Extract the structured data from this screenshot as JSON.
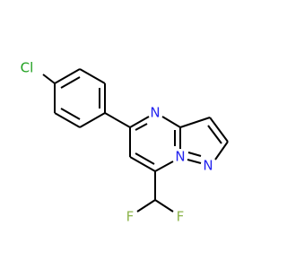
{
  "molecule": {
    "atoms": {
      "chlorine": "Cl",
      "pyrimidine_nitrogen": "N",
      "bridge_nitrogen": "N",
      "pyrazole_nitrogen": "N",
      "fluorine_left": "F",
      "fluorine_right": "F"
    },
    "colors": {
      "bond": "#000000",
      "chlorine": "#1fa01f",
      "nitrogen": "#2323f0",
      "fluorine": "#8cb44b"
    }
  }
}
